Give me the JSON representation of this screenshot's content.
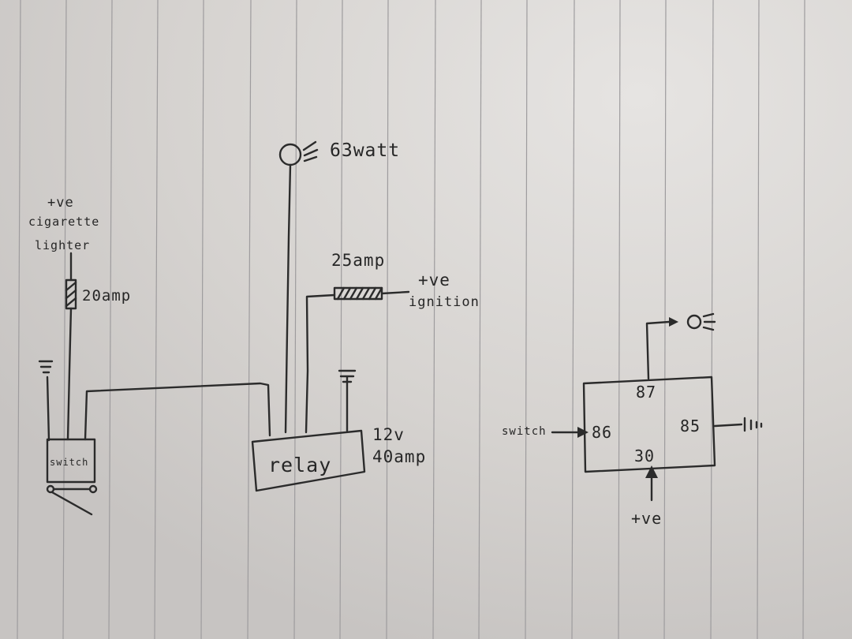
{
  "paper": {
    "background": "#d9d6d3",
    "rule_color": "#9e9c9e",
    "ink_color": "#2b2b2b"
  },
  "left_circuit": {
    "lamp_label": "63watt",
    "supply_label_line1": "+ve",
    "supply_label_line2": "cigarette",
    "supply_label_line3": "lighter",
    "fuse_left_label": "20amp",
    "fuse_right_label": "25amp",
    "ignition_label_line1": "+ve",
    "ignition_label_line2": "ignition",
    "switch_label": "switch",
    "relay_label": "relay",
    "relay_rating_line1": "12v",
    "relay_rating_line2": "40amp"
  },
  "relay_pinout": {
    "pin_87": "87",
    "pin_86": "86",
    "pin_85": "85",
    "pin_30": "30",
    "switch_input_label": "switch",
    "supply_label": "+ve"
  }
}
